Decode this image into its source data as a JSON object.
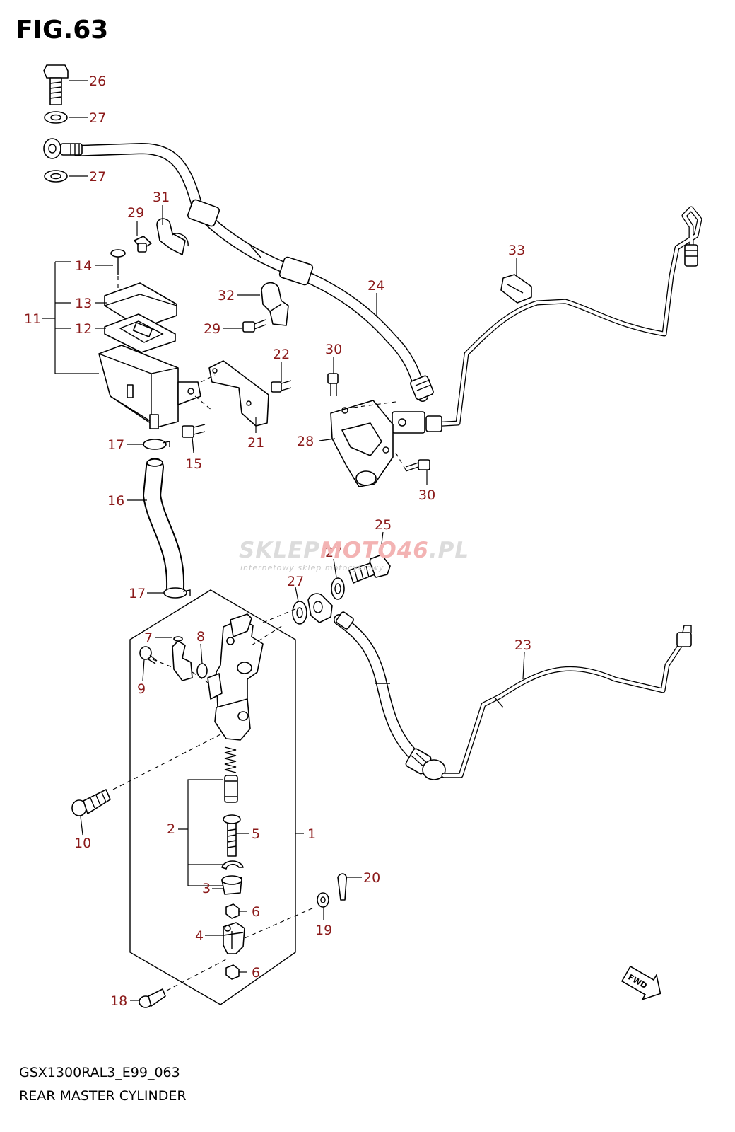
{
  "figure": {
    "title": "FIG.63"
  },
  "footer": {
    "code": "GSX1300RAL3_E99_063",
    "title": "REAR MASTER CYLINDER"
  },
  "watermark": {
    "main_part1": "SKLEP",
    "main_part2": "MOTO46",
    "main_part3": ".PL",
    "sub": "internetowy sklep motocyklowy"
  },
  "direction_marker": {
    "label": "FWD"
  },
  "callouts": {
    "c26": "26",
    "c27a": "27",
    "c27b": "27",
    "c31": "31",
    "c29a": "29",
    "c14": "14",
    "c13": "13",
    "c12": "12",
    "c11": "11",
    "c32": "32",
    "c29b": "29",
    "c22": "22",
    "c21": "21",
    "c15": "15",
    "c17a": "17",
    "c16": "16",
    "c17b": "17",
    "c24": "24",
    "c33": "33",
    "c30a": "30",
    "c28": "28",
    "c30b": "30",
    "c25": "25",
    "c27c": "27",
    "c27d": "27",
    "c7": "7",
    "c8": "8",
    "c9": "9",
    "c23": "23",
    "c10": "10",
    "c2": "2",
    "c5": "5",
    "c1": "1",
    "c3": "3",
    "c6a": "6",
    "c4": "4",
    "c6b": "6",
    "c20": "20",
    "c19": "19",
    "c18": "18"
  },
  "colors": {
    "callout_text": "#8b1a1a",
    "line": "#000000",
    "watermark_grey": "#dcdcdc",
    "watermark_red": "#f3b3b3"
  }
}
